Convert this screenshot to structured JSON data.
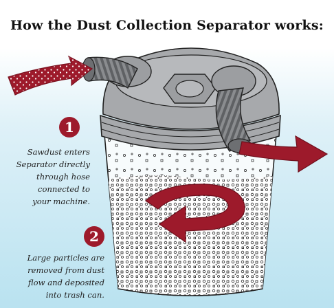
{
  "title": "How the Dust Collection Separator works:",
  "steps": [
    {
      "number": "1",
      "lines": [
        "Sawdust enters",
        "Separator directly",
        "through hose",
        "connected to",
        "your machine."
      ]
    },
    {
      "number": "2",
      "lines": [
        "Large particles are",
        "removed from dust",
        "flow and deposited",
        "into trash can."
      ]
    }
  ],
  "colors": {
    "arrow": "#9d1a2b",
    "lid": "#a7a9ac",
    "lid_dark": "#808285",
    "background_top": "#ffffff",
    "background_bottom": "#b9e2f0"
  },
  "icons": {
    "inlet_arrow": "sawdust-inlet-arrow-icon",
    "outlet_arrow": "air-outlet-arrow-icon",
    "swirl_arrow": "cyclone-swirl-arrow-icon"
  }
}
